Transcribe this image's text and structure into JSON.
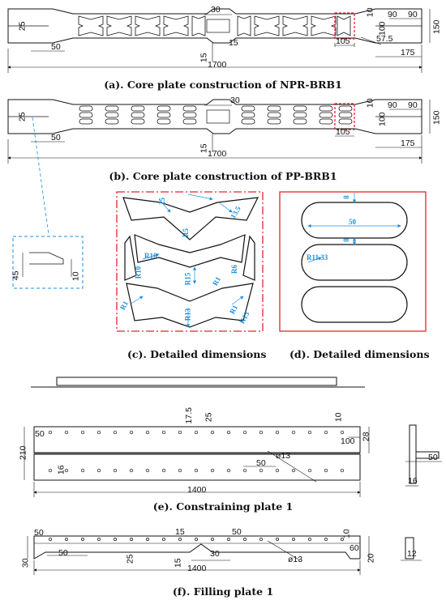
{
  "captions": {
    "a": "(a). Core plate construction of NPR-BRB1",
    "b": "(b). Core plate construction of PP-BRB1",
    "c": "(c). Detailed dimensions",
    "d": "(d). Detailed dimensions",
    "e": "(e). Constraining plate 1",
    "f": "(f). Filling plate 1"
  },
  "colors": {
    "line": "#111111",
    "highlight": "#e8242c",
    "detail": "#1a8fe0"
  },
  "core_a": {
    "d_30": "30",
    "d_25": "25",
    "d_50": "50",
    "d_15a": "15",
    "d_15b": "15",
    "d_10": "10",
    "d_100": "100",
    "d_150": "150",
    "d_90a": "90",
    "d_90b": "90",
    "d_105": "105",
    "d_57_5": "57.5",
    "d_175": "175",
    "d_1700": "1700"
  },
  "core_b": {
    "d_30": "30",
    "d_25": "25",
    "d_50": "50",
    "d_15": "15",
    "d_10": "10",
    "d_100": "100",
    "d_150": "150",
    "d_90a": "90",
    "d_90b": "90",
    "d_105": "105",
    "d_175": "175",
    "d_1700": "1700"
  },
  "inset": {
    "d_45": "45",
    "d_10": "10"
  },
  "detail_c": {
    "d_25": "25",
    "d_13_5": "13.5",
    "d_r5": "R5",
    "d_r10a": "R10",
    "d_r10b": "R10",
    "d_r6": "R6",
    "d_r15": "R15",
    "d_r1a": "R1",
    "d_r1b": "R1",
    "d_r1c": "R1",
    "d_r13a": "R13",
    "d_r13b": "R13"
  },
  "detail_d": {
    "d_8a": "8",
    "d_50": "50",
    "d_8b": "8",
    "d_r11_33": "R11.33"
  },
  "plate_e": {
    "d_17_5": "17.5",
    "d_25": "25",
    "d_10": "10",
    "d_50a": "50",
    "d_210": "210",
    "d_28": "28",
    "d_100": "100",
    "d_16a": "16",
    "d_50b": "50",
    "d_phi13": "ø13",
    "d_1400": "1400",
    "d_50c": "50",
    "d_16b": "16"
  },
  "plate_f": {
    "d_50a": "50",
    "d_15": "15",
    "d_50b": "50",
    "d_10": "10",
    "d_30a": "30",
    "d_50c": "50",
    "d_25": "25",
    "d_30b": "30",
    "d_60": "60",
    "d_phi13": "ø13",
    "d_15b": "15",
    "d_20": "20",
    "d_1400": "1400",
    "d_12": "12"
  }
}
